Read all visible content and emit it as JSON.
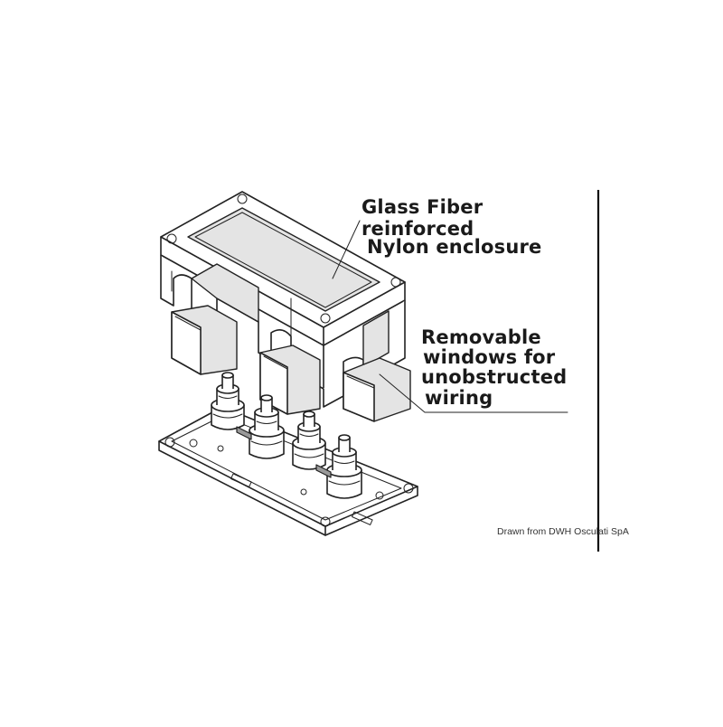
{
  "labels": {
    "enclosure_line1": "Glass Fiber",
    "enclosure_line2": "reinforced",
    "enclosure_line3": "Nylon enclosure",
    "windows_line1": "Removable",
    "windows_line2": "windows for",
    "windows_line3": "unobstructed",
    "windows_line4": "wiring"
  },
  "credit": "Drawn from DWH Osculati SpA",
  "colors": {
    "line": "#222222",
    "shade": "#e4e4e4",
    "background": "#ffffff"
  }
}
